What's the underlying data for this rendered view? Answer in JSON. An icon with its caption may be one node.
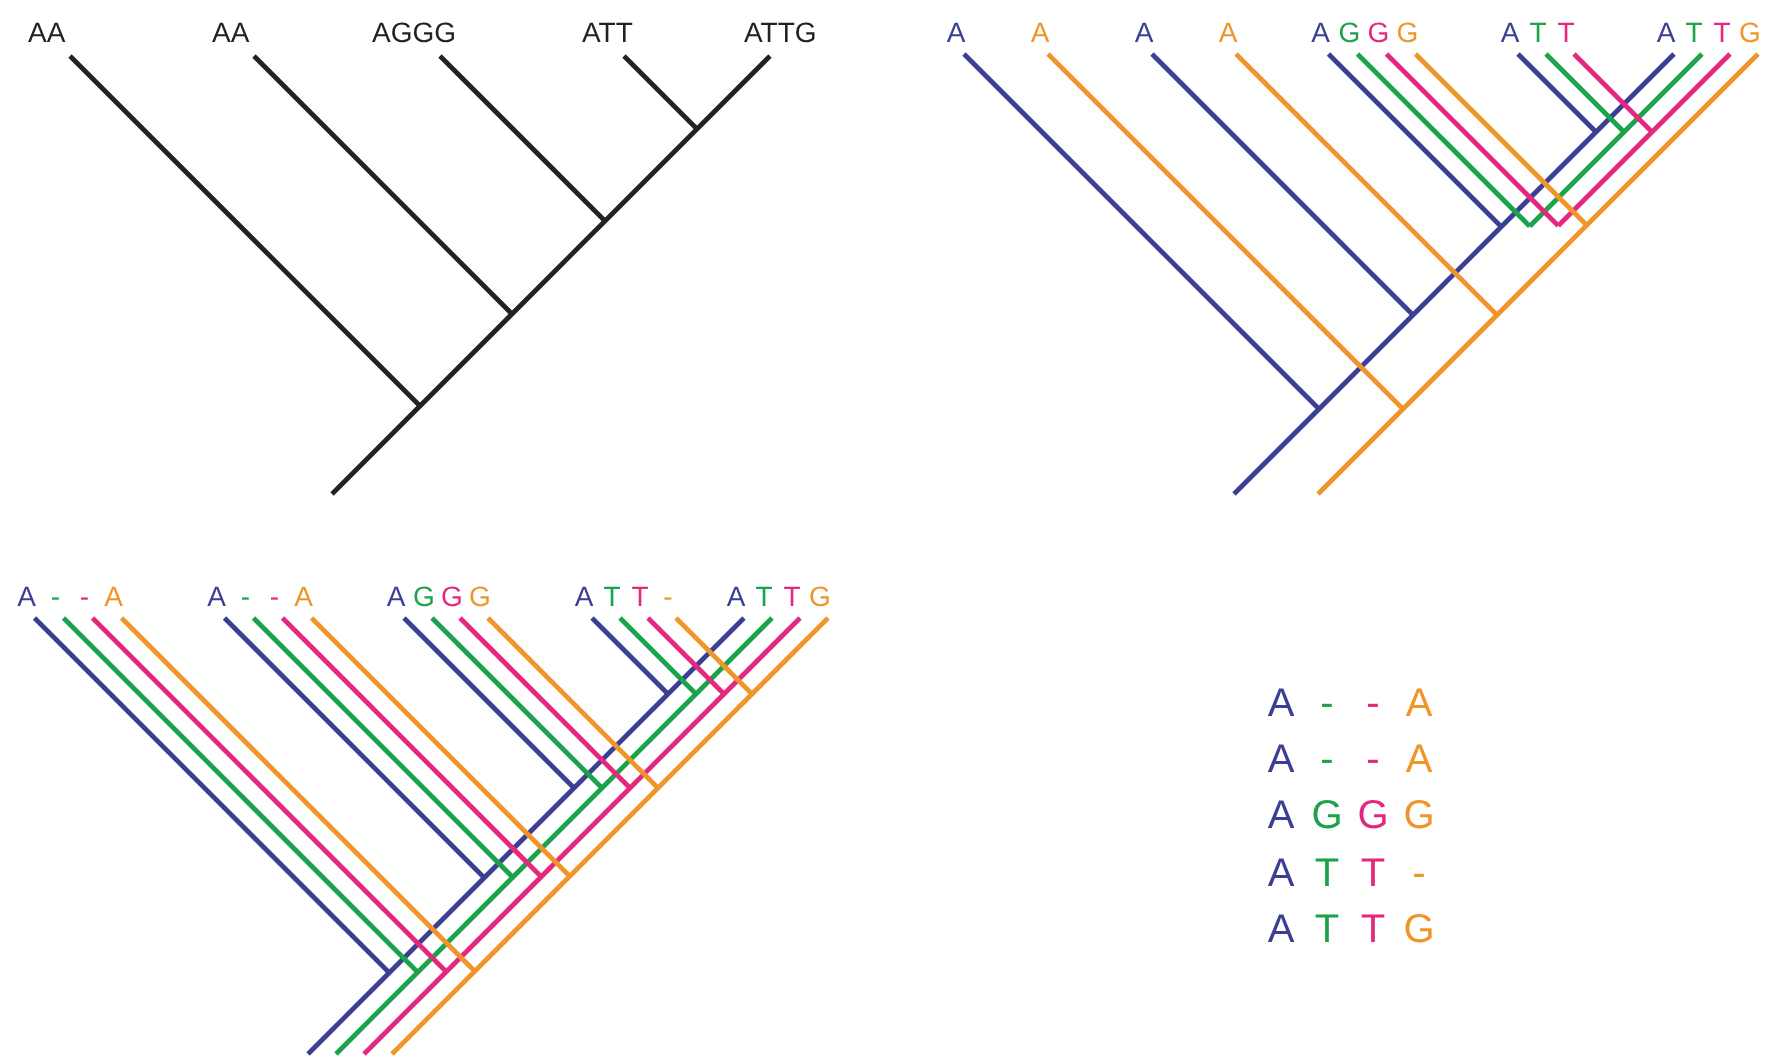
{
  "diagram": {
    "labels": [
      "AA",
      "AA",
      "AGGG",
      "ATT",
      "ATTG",
      "A",
      "A",
      "A",
      "A",
      "A G G G",
      "A T T",
      "A T T G",
      "A - - A",
      "A - - A",
      "A G G G",
      "A T T -",
      "A T T G",
      "A - - A",
      "A - - A",
      "A G G G",
      "A T T -",
      "A T T G"
    ]
  }
}
